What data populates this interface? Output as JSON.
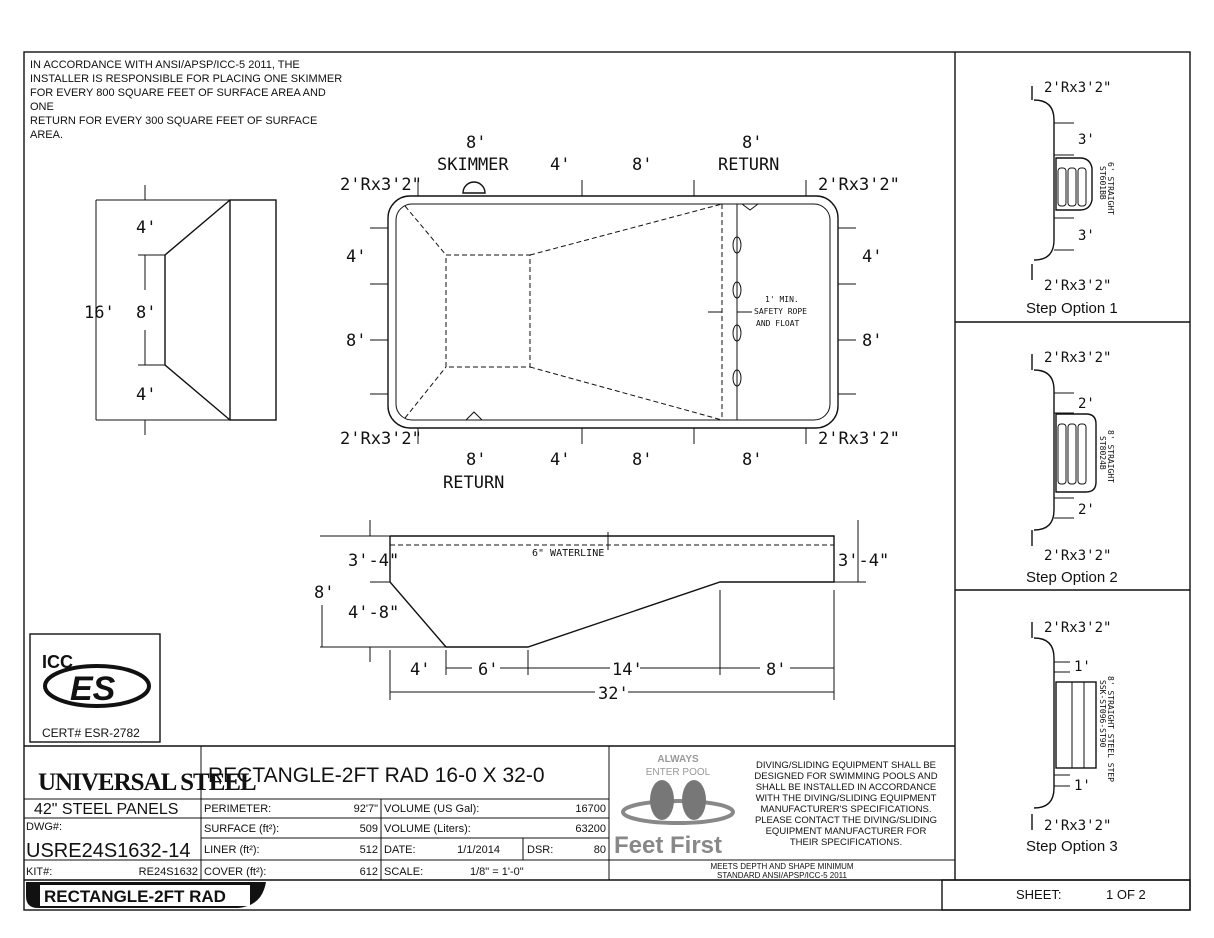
{
  "note": [
    "IN ACCORDANCE WITH ANSI/APSP/ICC-5 2011, THE",
    "INSTALLER IS RESPONSIBLE FOR PLACING ONE SKIMMER",
    "FOR EVERY 800 SQUARE FEET OF SURFACE AREA AND ONE",
    "RETURN FOR EVERY 300 SQUARE FEET OF SURFACE AREA."
  ],
  "plan": {
    "top_dims": [
      "8'",
      "4'",
      "8'",
      "8'"
    ],
    "skimmer": "SKIMMER",
    "return_top": "RETURN",
    "return_bottom": "RETURN",
    "bottom_dims": [
      "8'",
      "4'",
      "8'",
      "8'"
    ],
    "corner": "2'Rx3'2\"",
    "side_dims": [
      "4'",
      "8'"
    ],
    "safety": [
      "1' MIN.",
      "SAFETY ROPE",
      "AND FLOAT"
    ]
  },
  "end_view": {
    "total": "16'",
    "dims": [
      "4'",
      "8'",
      "4'"
    ]
  },
  "section": {
    "waterline": "6\" WATERLINE",
    "shallow": "3'-4\"",
    "deep_total": "8'",
    "deep_extra": "4'-8\"",
    "bottom_dims": [
      "4'",
      "6'",
      "14'",
      "8'"
    ],
    "total": "32'"
  },
  "cert": {
    "icc": "ICC",
    "es": "ES",
    "cert": "CERT# ESR-2782"
  },
  "steps": [
    {
      "label": "Step Option 1",
      "corner": "2'Rx3'2\"",
      "gap": "3'",
      "model": [
        "6' STRAIGHT",
        "ST601BB"
      ]
    },
    {
      "label": "Step Option 2",
      "corner": "2'Rx3'2\"",
      "gap": "2'",
      "model": [
        "8' STRAIGHT",
        "ST8024B"
      ]
    },
    {
      "label": "Step Option 3",
      "corner": "2'Rx3'2\"",
      "gap": "1'",
      "model": [
        "8' STRAIGHT STEEL STEP",
        "SSK-ST096-ST90"
      ]
    }
  ],
  "title_block": {
    "brand": "UNIVERSAL STEEL",
    "title": "RECTANGLE-2FT RAD 16-0 X 32-0",
    "panels": "42\"  STEEL PANELS",
    "dwg_label": "DWG#:",
    "dwg": "USRE24S1632-14",
    "kit_label": "KIT#:",
    "kit": "RE24S1632",
    "badge": "RECTANGLE-2FT RAD",
    "perimeter_label": "PERIMETER:",
    "perimeter": "92'7\"",
    "surface_label": "SURFACE (ft²):",
    "surface": "509",
    "liner_label": "LINER (ft²):",
    "liner": "512",
    "cover_label": "COVER (ft²):",
    "cover": "612",
    "vol_gal_label": "VOLUME (US Gal):",
    "vol_gal": "16700",
    "vol_l_label": "VOLUME (Liters):",
    "vol_l": "63200",
    "date_label": "DATE:",
    "date": "1/1/2014",
    "dsr_label": "DSR:",
    "dsr": "80",
    "scale_label": "SCALE:",
    "scale": "1/8\" = 1'-0\"",
    "logo": [
      "ALWAYS",
      "ENTER POOL",
      "Feet First"
    ],
    "diving": [
      "DIVING/SLIDING EQUIPMENT SHALL BE",
      "DESIGNED FOR SWIMMING POOLS AND",
      "SHALL BE INSTALLED IN ACCORDANCE",
      "WITH THE DIVING/SLIDING EQUIPMENT",
      "MANUFACTURER'S SPECIFICATIONS.",
      "PLEASE CONTACT THE DIVING/SLIDING",
      "EQUIPMENT MANUFACTURER FOR",
      "THEIR SPECIFICATIONS."
    ],
    "standard": [
      "MEETS DEPTH AND SHAPE MINIMUM",
      "STANDARD ANSI/APSP/ICC-5 2011"
    ],
    "sheet_label": "SHEET:",
    "sheet": "1 OF 2"
  }
}
